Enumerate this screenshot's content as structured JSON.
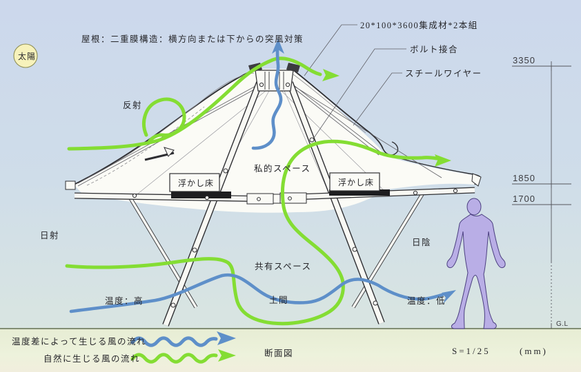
{
  "drawing": {
    "title": "断面図",
    "scale_label": "S=1/25",
    "unit_label": "(mm)",
    "sun": "太陽",
    "roof_note": "屋根：二重膜構造：横方向または下からの突風対策",
    "callouts": {
      "lumber": "20*100*3600集成材*2本組",
      "bolt_joint": "ボルト接合",
      "steel_wire": "スチールワイヤー"
    },
    "zones": {
      "reflection": "反射",
      "solar": "日射",
      "shade": "日陰",
      "private_space": "私的スペース",
      "shared_space": "共有スペース",
      "floating_floor": "浮かし床",
      "doma": "土間",
      "temp_high": "温度：高",
      "temp_low": "温度：低"
    },
    "dimensions": {
      "d1": "3350",
      "d2": "1850",
      "d3": "1700",
      "ground": "G.L"
    },
    "legend": {
      "temp_wind": "温度差によって生じる風の流れ",
      "natural_wind": "自然に生じる風の流れ"
    },
    "colors": {
      "temp_wind_flow": "#5e8fc9",
      "natural_wind_flow": "#84dd33",
      "human_figure": "#b9aee6",
      "sun_fill": "#f7f2bb",
      "sky_top": "#ccd8ec",
      "ground": "#e9eed7"
    }
  }
}
